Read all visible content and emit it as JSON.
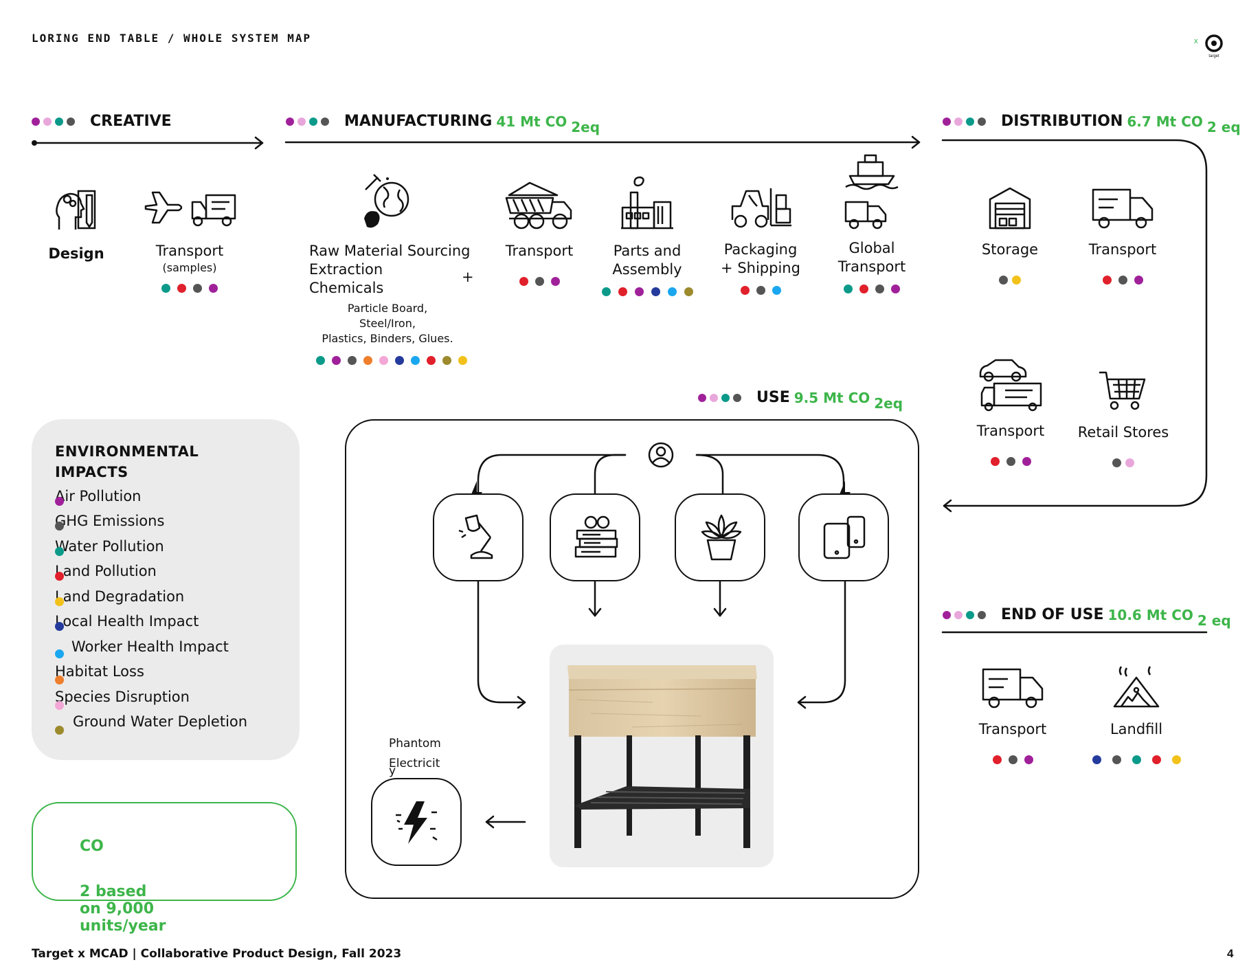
{
  "header": {
    "doc_title": "LORING END TABLE / WHOLE SYSTEM MAP",
    "brand_x": "x",
    "brand_label": "target",
    "brand_icon": "target-bullseye-icon"
  },
  "colors": {
    "air": "#a0209a",
    "ghg": "#555555",
    "water": "#0b9a8a",
    "land_pollution": "#e0202b",
    "land_degradation": "#f2c21b",
    "local_health": "#243a9c",
    "worker_health": "#1aa7ef",
    "habitat": "#ef7f2c",
    "species": "#f2a7d6",
    "ground_water": "#9c8a2c",
    "co2_green": "#3db54a",
    "pink": "#e8a7db"
  },
  "sections": {
    "creative": {
      "title": "CREATIVE"
    },
    "manufacturing": {
      "title": "MANUFACTURING",
      "co2": "41 Mt CO",
      "co2_sub": "2eq"
    },
    "distribution": {
      "title": "DISTRIBUTION",
      "co2": "6.7 Mt CO",
      "co2_sub": "2 eq"
    },
    "use": {
      "title": "USE",
      "co2": "9.5 Mt CO",
      "co2_sub": "2eq"
    },
    "end_of_use": {
      "title": "END OF USE",
      "co2": "10.6 Mt CO",
      "co2_sub": "2 eq"
    }
  },
  "stages": {
    "design": {
      "label": "Design",
      "icon": "designer-head-icon"
    },
    "transport_samples": {
      "label": "Transport",
      "sub": "(samples)",
      "icon": "plane-truck-icon"
    },
    "raw_material": {
      "label_1": "Raw Material Sourcing",
      "label_2": "Extraction",
      "label_plus": "+",
      "label_3": "Chemicals",
      "sub_1": "Particle Board, Steel/Iron,",
      "sub_2": "Plastics, Binders, Glues.",
      "icon": "globe-mining-icon"
    },
    "mfg_transport": {
      "label": "Transport",
      "icon": "dump-truck-icon"
    },
    "parts_assembly": {
      "label_1": "Parts and",
      "label_2": "Assembly",
      "icon": "factory-icon"
    },
    "packaging": {
      "label_1": "Packaging",
      "label_2": "+ Shipping",
      "icon": "forklift-icon"
    },
    "global_transport": {
      "label_1": "Global",
      "label_2": "Transport",
      "icon": "ship-truck-icon"
    },
    "storage": {
      "label": "Storage",
      "icon": "warehouse-icon"
    },
    "dist_transport": {
      "label": "Transport",
      "icon": "delivery-truck-icon"
    },
    "car_transport": {
      "label": "Transport",
      "icon": "car-van-icon"
    },
    "retail": {
      "label": "Retail Stores",
      "icon": "shopping-cart-icon"
    },
    "end_transport": {
      "label": "Transport",
      "icon": "delivery-truck-icon"
    },
    "landfill": {
      "label": "Landfill",
      "icon": "landfill-icon"
    }
  },
  "impacts": {
    "title_1": "ENVIRONMENTAL",
    "title_2": "IMPACTS",
    "items": [
      "Air Pollution",
      "GHG Emissions",
      "Water Pollution",
      "Land Pollution",
      "Land Degradation",
      "Local Health Impact",
      "Worker Health Impact",
      "Habitat Loss",
      "Species Disruption",
      "Ground Water Depletion"
    ]
  },
  "co2_note": {
    "prefix": "CO",
    "text": "2 based on 9,000 units/year"
  },
  "use_area": {
    "phantom_1": "Phantom",
    "phantom_2": "Electricit",
    "phantom_3": "y",
    "icons": [
      "user-icon",
      "desk-lamp-icon",
      "books-icon",
      "plant-pot-icon",
      "devices-icon",
      "lightning-icon",
      "end-table-photo"
    ]
  },
  "footer": {
    "left": "Target x MCAD | Collaborative Product Design, Fall 2023",
    "page": "4"
  }
}
